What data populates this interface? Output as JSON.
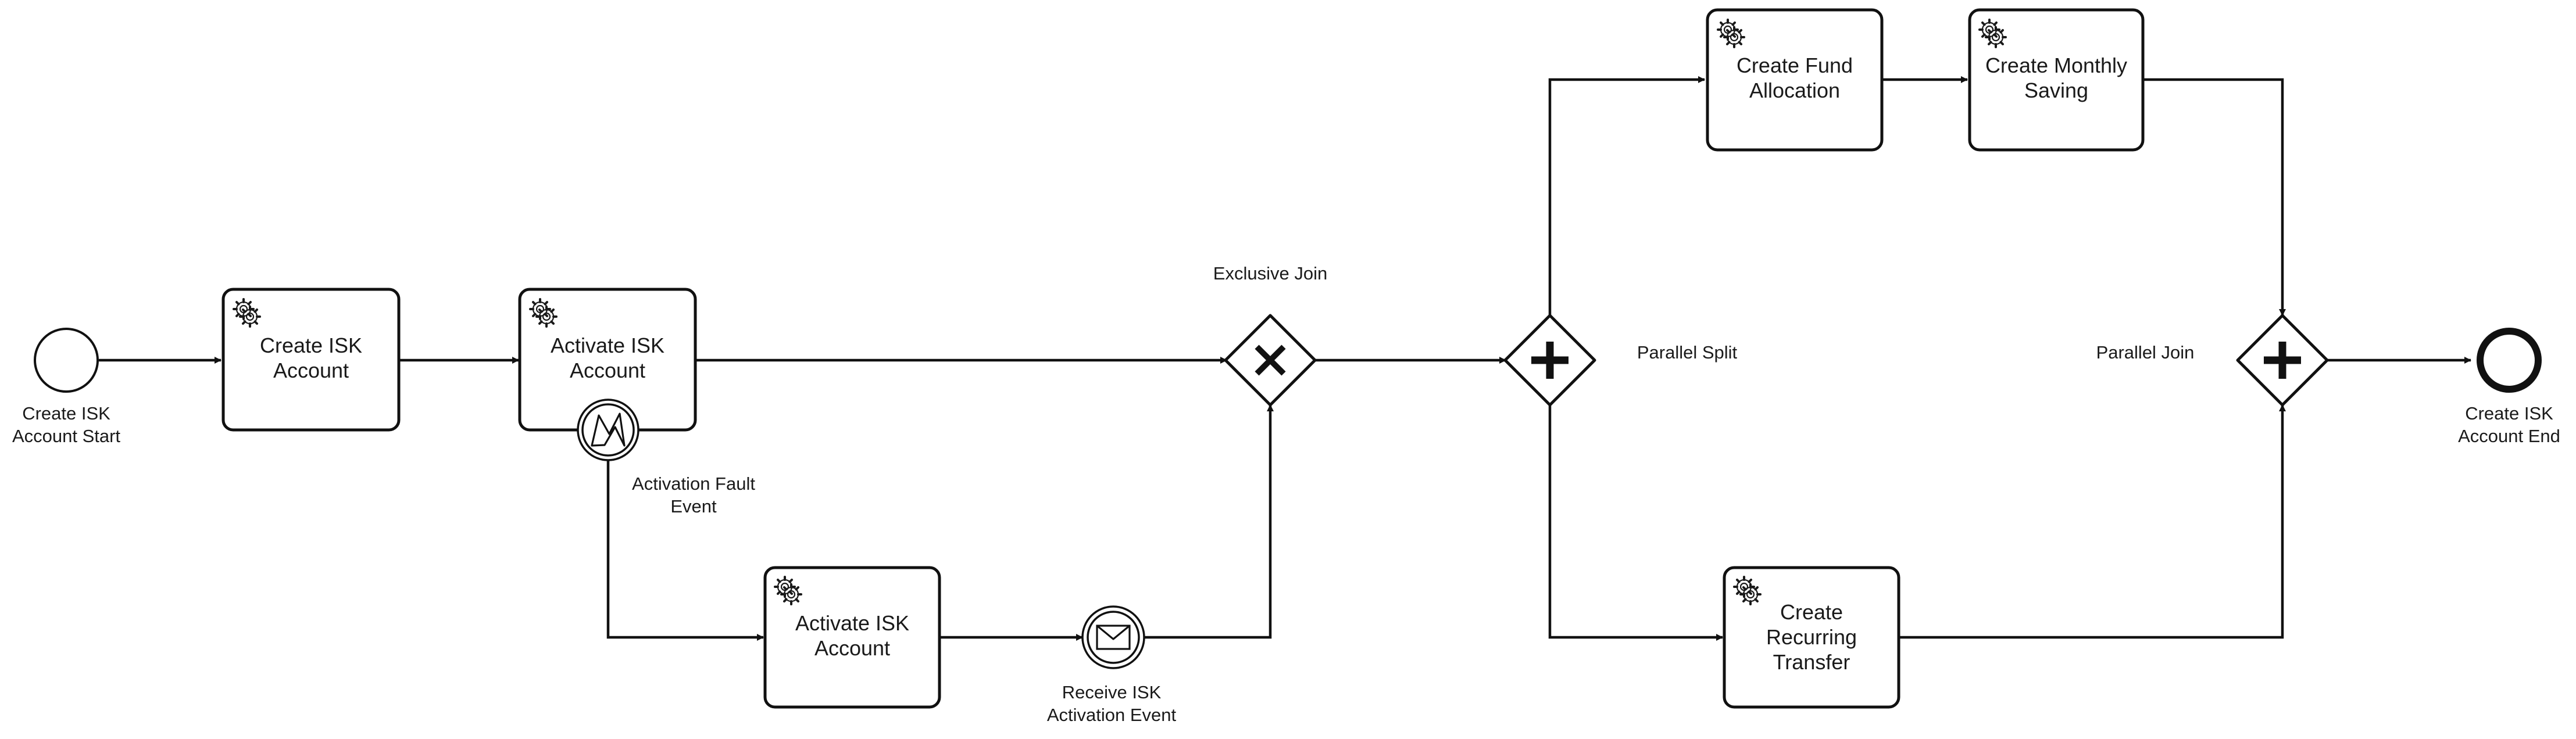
{
  "diagram": {
    "start_event": {
      "label": [
        "Create ISK",
        "Account Start"
      ]
    },
    "end_event": {
      "label": [
        "Create ISK",
        "Account End"
      ]
    },
    "tasks": {
      "create_isk_account": {
        "label": [
          "Create ISK",
          "Account"
        ],
        "icon": "gear-icon"
      },
      "activate_isk_account": {
        "label": [
          "Activate ISK",
          "Account"
        ],
        "icon": "gear-icon"
      },
      "activate_isk_account_fallback": {
        "label": [
          "Activate ISK",
          "Account"
        ],
        "icon": "gear-icon"
      },
      "create_fund_allocation": {
        "label": [
          "Create Fund",
          "Allocation"
        ],
        "icon": "gear-icon"
      },
      "create_monthly_saving": {
        "label": [
          "Create Monthly",
          "Saving"
        ],
        "icon": "gear-icon"
      },
      "create_recurring_transfer": {
        "label": [
          "Create",
          "Recurring",
          "Transfer"
        ],
        "icon": "gear-icon"
      }
    },
    "boundary_event": {
      "label": [
        "Activation Fault",
        "Event"
      ],
      "icon": "error-icon"
    },
    "message_event": {
      "label": [
        "Receive ISK",
        "Activation Event"
      ],
      "icon": "envelope-icon"
    },
    "gateways": {
      "exclusive_join": {
        "label": [
          "Exclusive Join"
        ],
        "icon": "x-icon"
      },
      "parallel_split": {
        "label": [
          "Parallel Split"
        ],
        "icon": "plus-icon"
      },
      "parallel_join": {
        "label": [
          "Parallel Join"
        ],
        "icon": "plus-icon"
      }
    }
  }
}
